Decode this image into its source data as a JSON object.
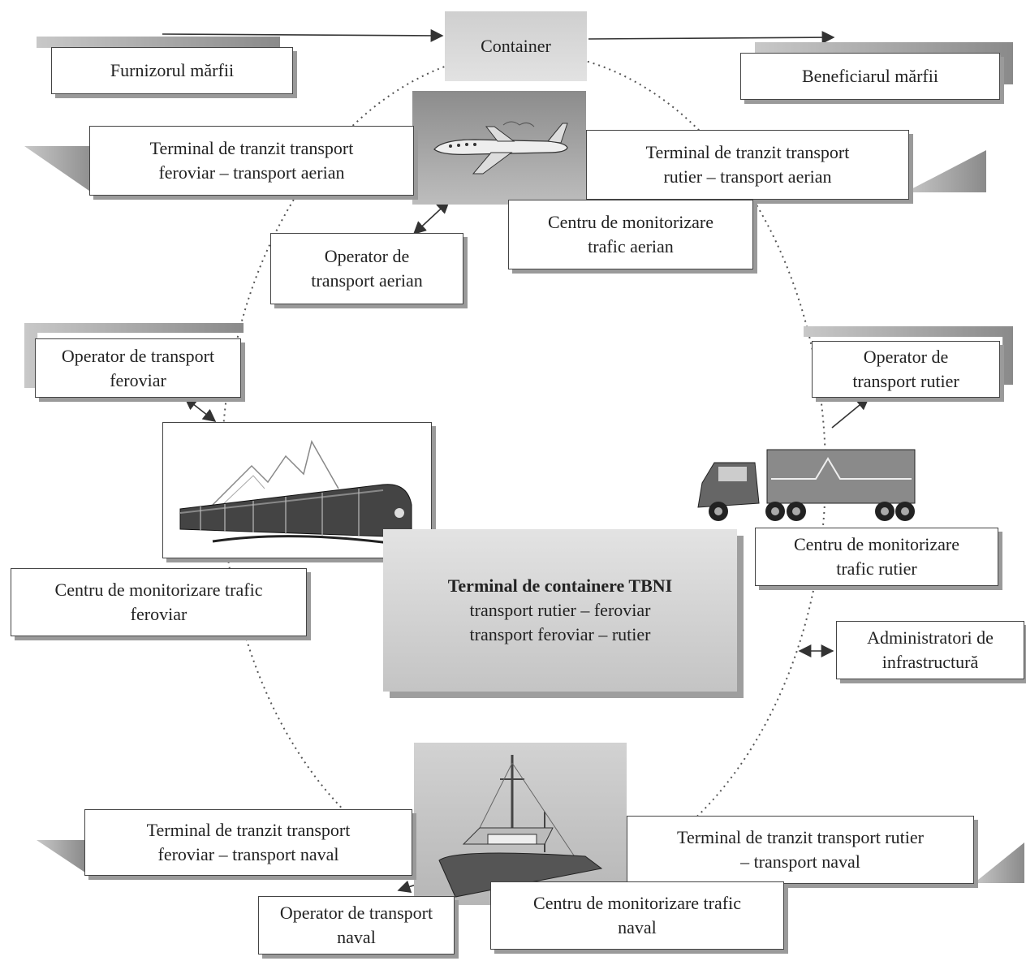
{
  "container": "Container",
  "supplier": "Furnizorul mărfii",
  "beneficiary": "Beneficiarul mărfii",
  "terminal_rail_air": {
    "line1": "Terminal de tranzit transport",
    "line2": "feroviar – transport aerian"
  },
  "terminal_road_air": {
    "line1": "Terminal de tranzit transport",
    "line2": "rutier – transport aerian"
  },
  "monitor_air": {
    "line1": "Centru de monitorizare",
    "line2": "trafic aerian"
  },
  "operator_air": {
    "line1": "Operator de",
    "line2": "transport aerian"
  },
  "operator_rail": {
    "line1": "Operator de transport",
    "line2": "feroviar"
  },
  "operator_road": {
    "line1": "Operator de",
    "line2": "transport rutier"
  },
  "monitor_road": {
    "line1": "Centru de monitorizare",
    "line2": "trafic rutier"
  },
  "monitor_rail": {
    "line1": "Centru de monitorizare trafic",
    "line2": "feroviar"
  },
  "central_terminal": {
    "title": "Terminal de containere TBNI",
    "line2": "transport rutier – feroviar",
    "line3": "transport feroviar – rutier"
  },
  "infra_admins": {
    "line1": "Administratori de",
    "line2": "infrastructură"
  },
  "terminal_rail_naval": {
    "line1": "Terminal de tranzit transport",
    "line2": "feroviar – transport naval"
  },
  "terminal_road_naval": {
    "line1": "Terminal de tranzit transport rutier",
    "line2": "– transport naval"
  },
  "operator_naval": {
    "line1": "Operator de transport",
    "line2": "naval"
  },
  "monitor_naval": {
    "line1": "Centru de monitorizare trafic",
    "line2": "naval"
  },
  "icons": [
    "airplane-icon",
    "train-icon",
    "truck-icon",
    "ship-icon"
  ]
}
